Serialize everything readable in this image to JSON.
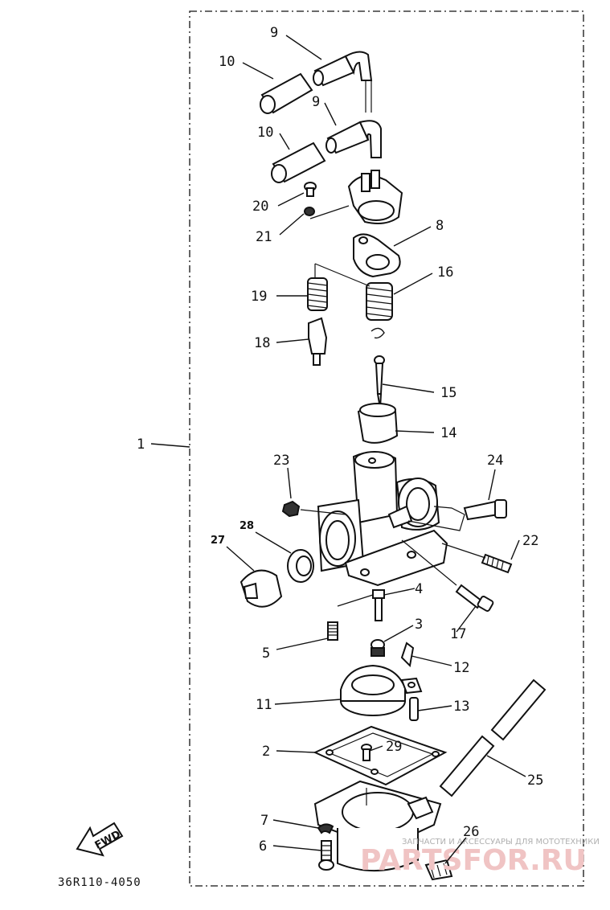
{
  "diagram": {
    "part_code": "36R110-4050",
    "fwd_label": "FWD",
    "watermark_top": "ЗАПЧАСТИ И АКСЕССУАРЫ ДЛЯ МОТОТЕХНИКИ",
    "watermark_brand": "PARTSFOR.RU",
    "callouts": [
      {
        "id": "c9a",
        "label": "9"
      },
      {
        "id": "c10a",
        "label": "10"
      },
      {
        "id": "c9b",
        "label": "9"
      },
      {
        "id": "c10b",
        "label": "10"
      },
      {
        "id": "c20",
        "label": "20"
      },
      {
        "id": "c21",
        "label": "21"
      },
      {
        "id": "c8",
        "label": "8"
      },
      {
        "id": "c19",
        "label": "19"
      },
      {
        "id": "c16",
        "label": "16"
      },
      {
        "id": "c18",
        "label": "18"
      },
      {
        "id": "c15",
        "label": "15"
      },
      {
        "id": "c14",
        "label": "14"
      },
      {
        "id": "c1",
        "label": "1"
      },
      {
        "id": "c23",
        "label": "23"
      },
      {
        "id": "c24",
        "label": "24"
      },
      {
        "id": "c28",
        "label": "28"
      },
      {
        "id": "c27",
        "label": "27"
      },
      {
        "id": "c22",
        "label": "22"
      },
      {
        "id": "c4",
        "label": "4"
      },
      {
        "id": "c17",
        "label": "17"
      },
      {
        "id": "c5",
        "label": "5"
      },
      {
        "id": "c3",
        "label": "3"
      },
      {
        "id": "c12",
        "label": "12"
      },
      {
        "id": "c11",
        "label": "11"
      },
      {
        "id": "c13",
        "label": "13"
      },
      {
        "id": "c2",
        "label": "2"
      },
      {
        "id": "c29",
        "label": "29"
      },
      {
        "id": "c25",
        "label": "25"
      },
      {
        "id": "c7",
        "label": "7"
      },
      {
        "id": "c26",
        "label": "26"
      },
      {
        "id": "c6",
        "label": "6"
      }
    ]
  }
}
